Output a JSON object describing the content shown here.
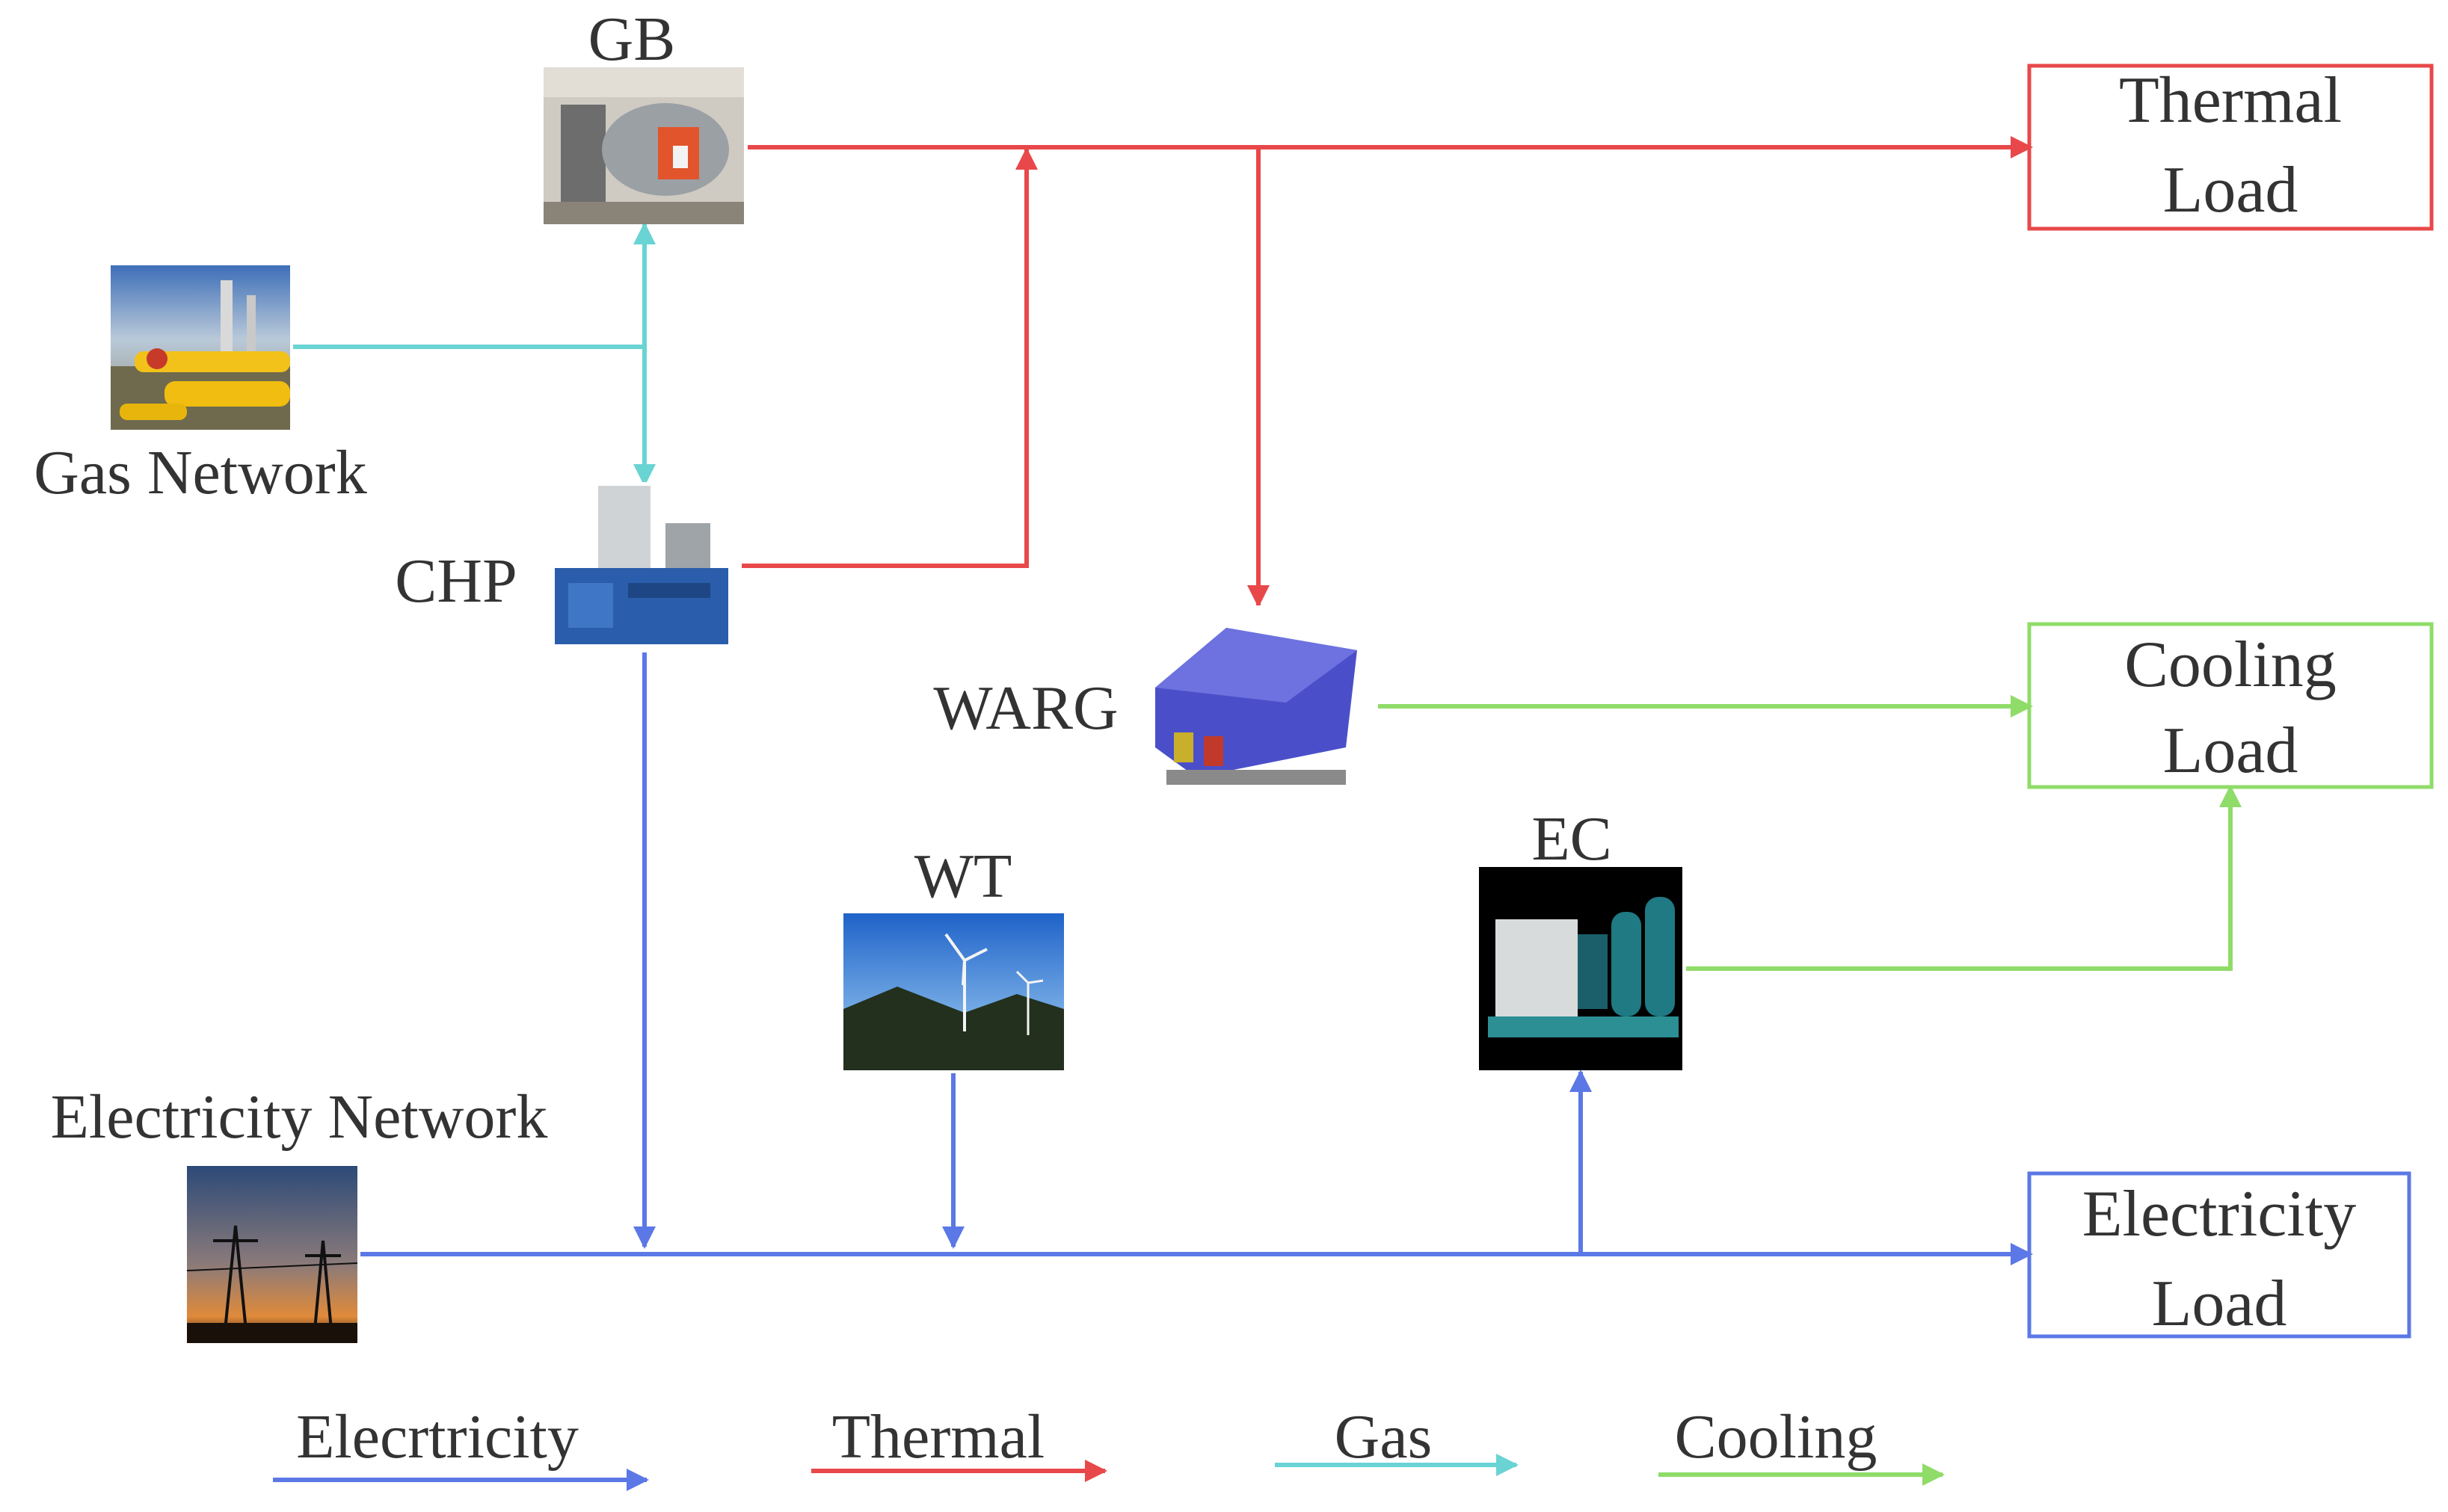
{
  "colors": {
    "electricity": "#5b78e6",
    "thermal": "#e8484a",
    "gas": "#6ad3d3",
    "cooling": "#8fdc69"
  },
  "nodes": {
    "gb": {
      "label": "GB",
      "icon": "gas-boiler-photo"
    },
    "gas_network": {
      "label": "Gas Network",
      "icon": "gas-pipeline-photo"
    },
    "chp": {
      "label": "CHP",
      "icon": "chp-unit-photo"
    },
    "warg": {
      "label": "WARG",
      "icon": "absorption-chiller-photo"
    },
    "wt": {
      "label": "WT",
      "icon": "wind-turbine-photo"
    },
    "ec": {
      "label": "EC",
      "icon": "electric-chiller-photo"
    },
    "electricity_network": {
      "label": "Electricity Network",
      "icon": "power-tower-photo"
    }
  },
  "loads": {
    "thermal": {
      "line1": "Thermal",
      "line2": "Load"
    },
    "cooling": {
      "line1": "Cooling",
      "line2": "Load"
    },
    "electricity": {
      "line1": "Electricity",
      "line2": "Load"
    }
  },
  "legend": {
    "electricity": "Elecrtricity",
    "thermal": "Thermal",
    "gas": "Gas",
    "cooling": "Cooling"
  }
}
